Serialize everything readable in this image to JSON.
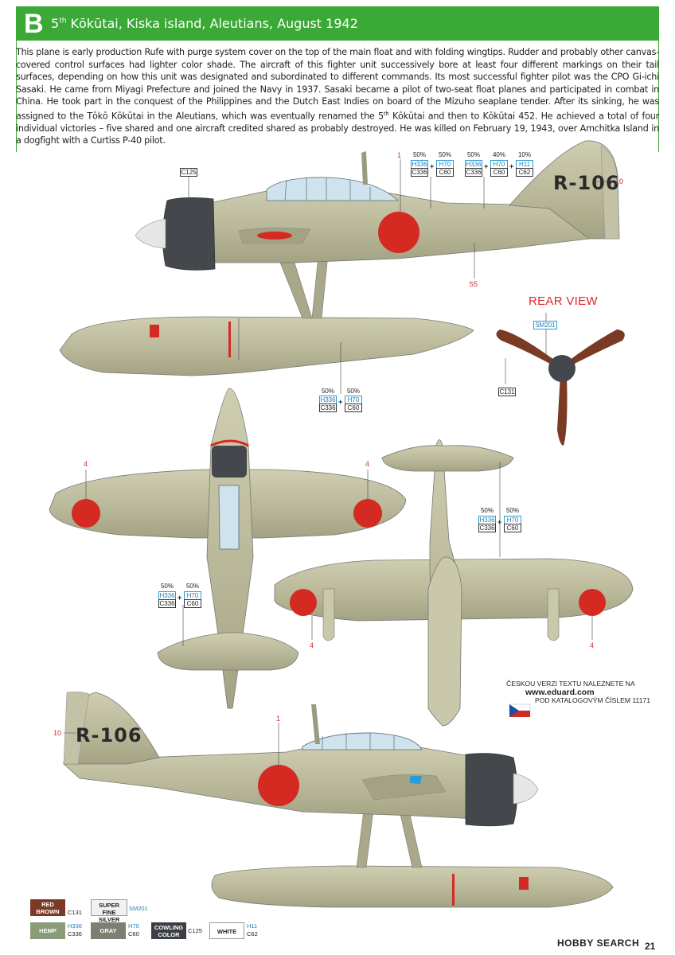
{
  "header": {
    "letter": "B",
    "title_num": "5",
    "title_sup": "th",
    "title_rest": " Kōkūtai, Kiska island, Aleutians, August 1942"
  },
  "description": {
    "text_a": "This plane is early production Rufe with purge system cover on the top of the main float and with folding wingtips. Rudder and probably other canvas-covered control surfaces had lighter color shade. The aircraft of this fighter unit successively bore at least four different markings on their tail surfaces, depending on how this unit was designated and subordinated to different commands. Its most successful fighter pilot was the CPO Gi-ichi Sasaki. He came from Miyagi Prefecture and joined the Navy in 1937. Sasaki became a pilot of two-seat float planes and participated in combat in China. He took part in the conquest of the Philippines and the Dutch East Indies on board of the Mizuho seaplane tender. After its sinking, he was assigned to the Tōkō Kōkūtai in the Aleutians, which was eventually renamed the 5",
    "sup": "th",
    "text_b": " Kōkūtai and then to Kōkūtai 452. He achieved a total of four individual victories – five shared and one aircraft credited shared as probably destroyed. He was killed on February 19, 1943, over Amchitka Island in a dogfight with a Curtiss P-40 pilot."
  },
  "side_view": {
    "tail_code": "R-106",
    "callout_1": "1",
    "callout_10": "10",
    "callout_s5": "S5",
    "cowling_box": "C125",
    "mix": [
      {
        "p1": "50%",
        "p2": "50%",
        "h1": "H336",
        "c1": "C336",
        "h2": "H70",
        "c2": "C60"
      },
      {
        "p1": "50%",
        "p2": "40%",
        "p3": "10%",
        "h1": "H336",
        "c1": "C336",
        "h2": "H70",
        "c2": "C60",
        "h3": "H11",
        "c3": "C62"
      }
    ],
    "float_mix": {
      "p1": "50%",
      "p2": "50%",
      "h1": "H336",
      "c1": "C336",
      "h2": "H70",
      "c2": "C60"
    }
  },
  "rear_view": {
    "title": "REAR VIEW",
    "spinner_box": "SM201",
    "prop_box": "C131"
  },
  "top_view": {
    "callout_4": "4",
    "mix": {
      "p1": "50%",
      "p2": "50%",
      "h1": "H336",
      "c1": "C336",
      "h2": "H70",
      "c2": "C60"
    }
  },
  "bottom_view": {
    "callout_4": "4",
    "mix": {
      "p1": "50%",
      "p2": "50%",
      "h1": "H336",
      "c1": "C336",
      "h2": "H70",
      "c2": "C60"
    }
  },
  "czech_note": {
    "line1": "ČESKOU VERZI TEXTU NALEZNETE NA",
    "line2": "www.eduard.com",
    "line3": "POD KATALOGOVÝM ČÍSLEM 11171"
  },
  "side_view_2": {
    "tail_code": "R-106",
    "callout_1": "1",
    "callout_10": "10"
  },
  "legend": [
    {
      "name_1": "RED",
      "name_2": "BROWN",
      "codes": [
        "C131"
      ],
      "color": "#7b3a24"
    },
    {
      "name_1": "SUPER",
      "name_2": "FINE SILVER",
      "codes": [
        "SM201"
      ],
      "color": "#e6e6e6"
    },
    {
      "name_1": "HEMP",
      "name_2": "",
      "codes": [
        "H336",
        "C336"
      ],
      "color": "#8a9b78"
    },
    {
      "name_1": "GRAY",
      "name_2": "",
      "codes": [
        "H70",
        "C60"
      ],
      "color": "#7d7f72"
    },
    {
      "name_1": "COWLING",
      "name_2": "COLOR",
      "codes": [
        "C125"
      ],
      "color": "#3b3e44"
    },
    {
      "name_1": "WHITE",
      "name_2": "",
      "codes": [
        "H11",
        "C62"
      ],
      "color": "#ffffff"
    }
  ],
  "footer": {
    "page": "21",
    "brand": "HOBBY SEARCH"
  },
  "colors": {
    "accent_green": "#3aa935",
    "hinomaru_red": "#d42a22",
    "airframe": "#b9b89a",
    "cowling": "#44474c"
  }
}
